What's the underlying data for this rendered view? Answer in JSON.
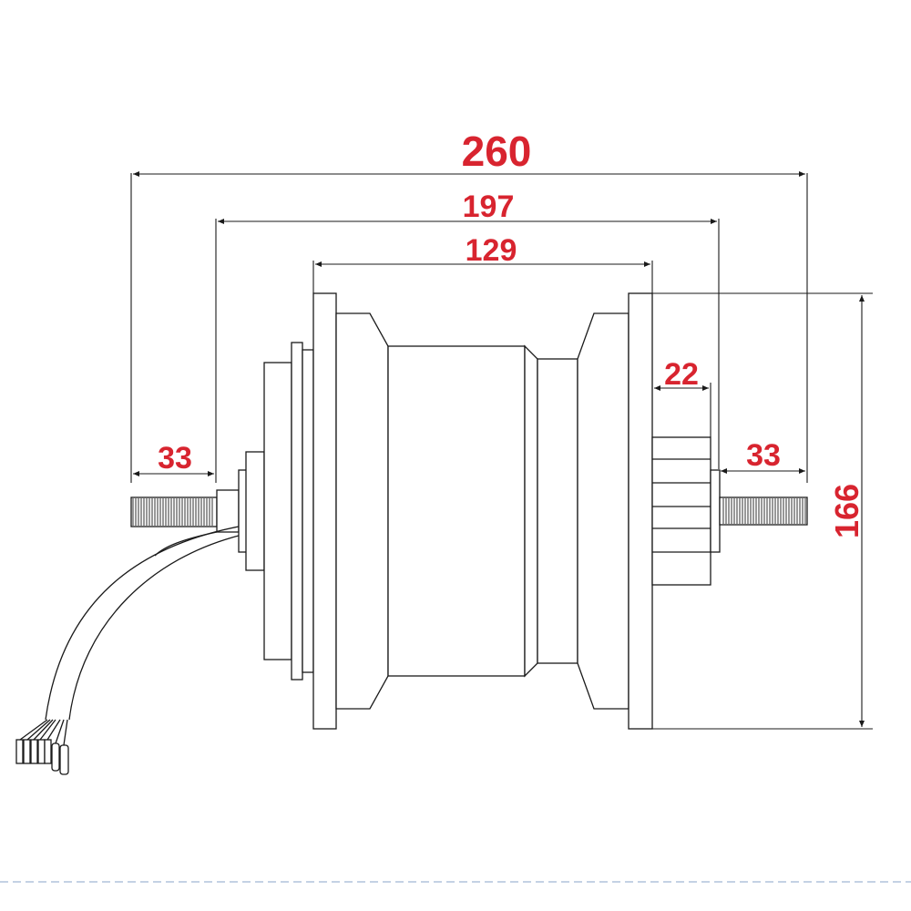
{
  "dimensions": {
    "overall_axle_length": "260",
    "dropout_spacing": "197",
    "hub_body_width": "129",
    "left_axle_extension": "33",
    "right_axle_extension": "33",
    "cassette_width": "22",
    "hub_diameter": "166"
  },
  "colors": {
    "dimension_text": "#d8242f",
    "line": "#1a1a1a",
    "page_separator": "#8aa6c8"
  }
}
